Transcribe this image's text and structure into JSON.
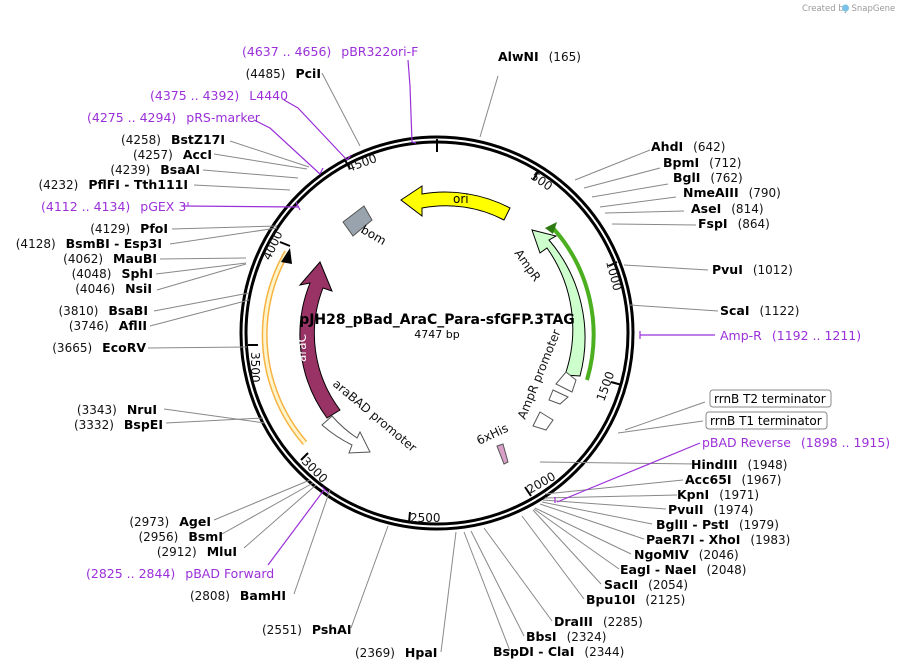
{
  "watermark": "Created by SnapGene",
  "plasmid": {
    "name": "pJH28_pBad_AraC_Para-sfGFP.3TAG",
    "size": "4747 bp"
  },
  "ticks": [
    "500",
    "1000",
    "1500",
    "2000",
    "2500",
    "3000",
    "3500",
    "4000",
    "4500"
  ],
  "features": {
    "ori": "ori",
    "bom": "bom",
    "ampr": "AmpR",
    "ampr_promoter": "AmpR promoter",
    "his": "6xHis",
    "arac": "araC",
    "arabad": "araBAD promoter"
  },
  "terminators": [
    {
      "name": "rrnB T2 terminator"
    },
    {
      "name": "rrnB T1 terminator"
    }
  ],
  "right_labels": [
    {
      "text": "AlwNI",
      "pos": "(165)"
    },
    {
      "text": "AhdI",
      "pos": "(642)"
    },
    {
      "text": "BpmI",
      "pos": "(712)"
    },
    {
      "text": "BglI",
      "pos": "(762)"
    },
    {
      "text": "NmeAIII",
      "pos": "(790)"
    },
    {
      "text": "AseI",
      "pos": "(814)"
    },
    {
      "text": "FspI",
      "pos": "(864)"
    },
    {
      "text": "PvuI",
      "pos": "(1012)"
    },
    {
      "text": "ScaI",
      "pos": "(1122)"
    },
    {
      "text": "HindIII",
      "pos": "(1948)"
    },
    {
      "text": "Acc65I",
      "pos": "(1967)"
    },
    {
      "text": "KpnI",
      "pos": "(1971)"
    },
    {
      "text": "PvuII",
      "pos": "(1974)"
    },
    {
      "text": "BglII - PstI",
      "pos": "(1979)"
    },
    {
      "text": "PaeR7I - XhoI",
      "pos": "(1983)"
    },
    {
      "text": "NgoMIV",
      "pos": "(2046)"
    },
    {
      "text": "EagI - NaeI",
      "pos": "(2048)"
    },
    {
      "text": "SacII",
      "pos": "(2054)"
    },
    {
      "text": "Bpu10I",
      "pos": "(2125)"
    },
    {
      "text": "DraIII",
      "pos": "(2285)"
    },
    {
      "text": "BbsI",
      "pos": "(2324)"
    },
    {
      "text": "BspDI - ClaI",
      "pos": "(2344)"
    },
    {
      "text": "HpaI",
      "pos": "(2369)"
    },
    {
      "text": "PshAI",
      "pos": "(2551)"
    }
  ],
  "left_labels": [
    {
      "text": "PciI",
      "pos": "(4485)"
    },
    {
      "text": "BstZ17I",
      "pos": "(4258)"
    },
    {
      "text": "AccI",
      "pos": "(4257)"
    },
    {
      "text": "BsaAI",
      "pos": "(4239)"
    },
    {
      "text": "PflFI - Tth111I",
      "pos": "(4232)"
    },
    {
      "text": "PfoI",
      "pos": "(4129)"
    },
    {
      "text": "BsmBI - Esp3I",
      "pos": "(4128)"
    },
    {
      "text": "MauBI",
      "pos": "(4062)"
    },
    {
      "text": "SphI",
      "pos": "(4048)"
    },
    {
      "text": "NsiI",
      "pos": "(4046)"
    },
    {
      "text": "BsaBI",
      "pos": "(3810)"
    },
    {
      "text": "AflII",
      "pos": "(3746)"
    },
    {
      "text": "EcoRV",
      "pos": "(3665)"
    },
    {
      "text": "NruI",
      "pos": "(3343)"
    },
    {
      "text": "BspEI",
      "pos": "(3332)"
    },
    {
      "text": "AgeI",
      "pos": "(2973)"
    },
    {
      "text": "BsmI",
      "pos": "(2956)"
    },
    {
      "text": "MluI",
      "pos": "(2912)"
    },
    {
      "text": "BamHI",
      "pos": "(2808)"
    }
  ],
  "primers": [
    {
      "range": "(4637 .. 4656)",
      "name": "pBR322ori-F"
    },
    {
      "range": "(4375 .. 4392)",
      "name": "L4440"
    },
    {
      "range": "(4275 .. 4294)",
      "name": "pRS-marker"
    },
    {
      "range": "(4112 .. 4134)",
      "name": "pGEX 3'"
    },
    {
      "range": "(1192 .. 1211)",
      "name": "Amp-R"
    },
    {
      "range": "(1898 .. 1915)",
      "name": "pBAD Reverse"
    },
    {
      "range": "(2825 .. 2844)",
      "name": "pBAD Forward"
    }
  ],
  "colors": {
    "ori": "#ffff00",
    "ampr": "#ccffcc",
    "arac": "#993366",
    "bom": "#99a3ad",
    "primer": "#9b30d9",
    "outline": "#000000",
    "his": "#d8a0c8"
  }
}
